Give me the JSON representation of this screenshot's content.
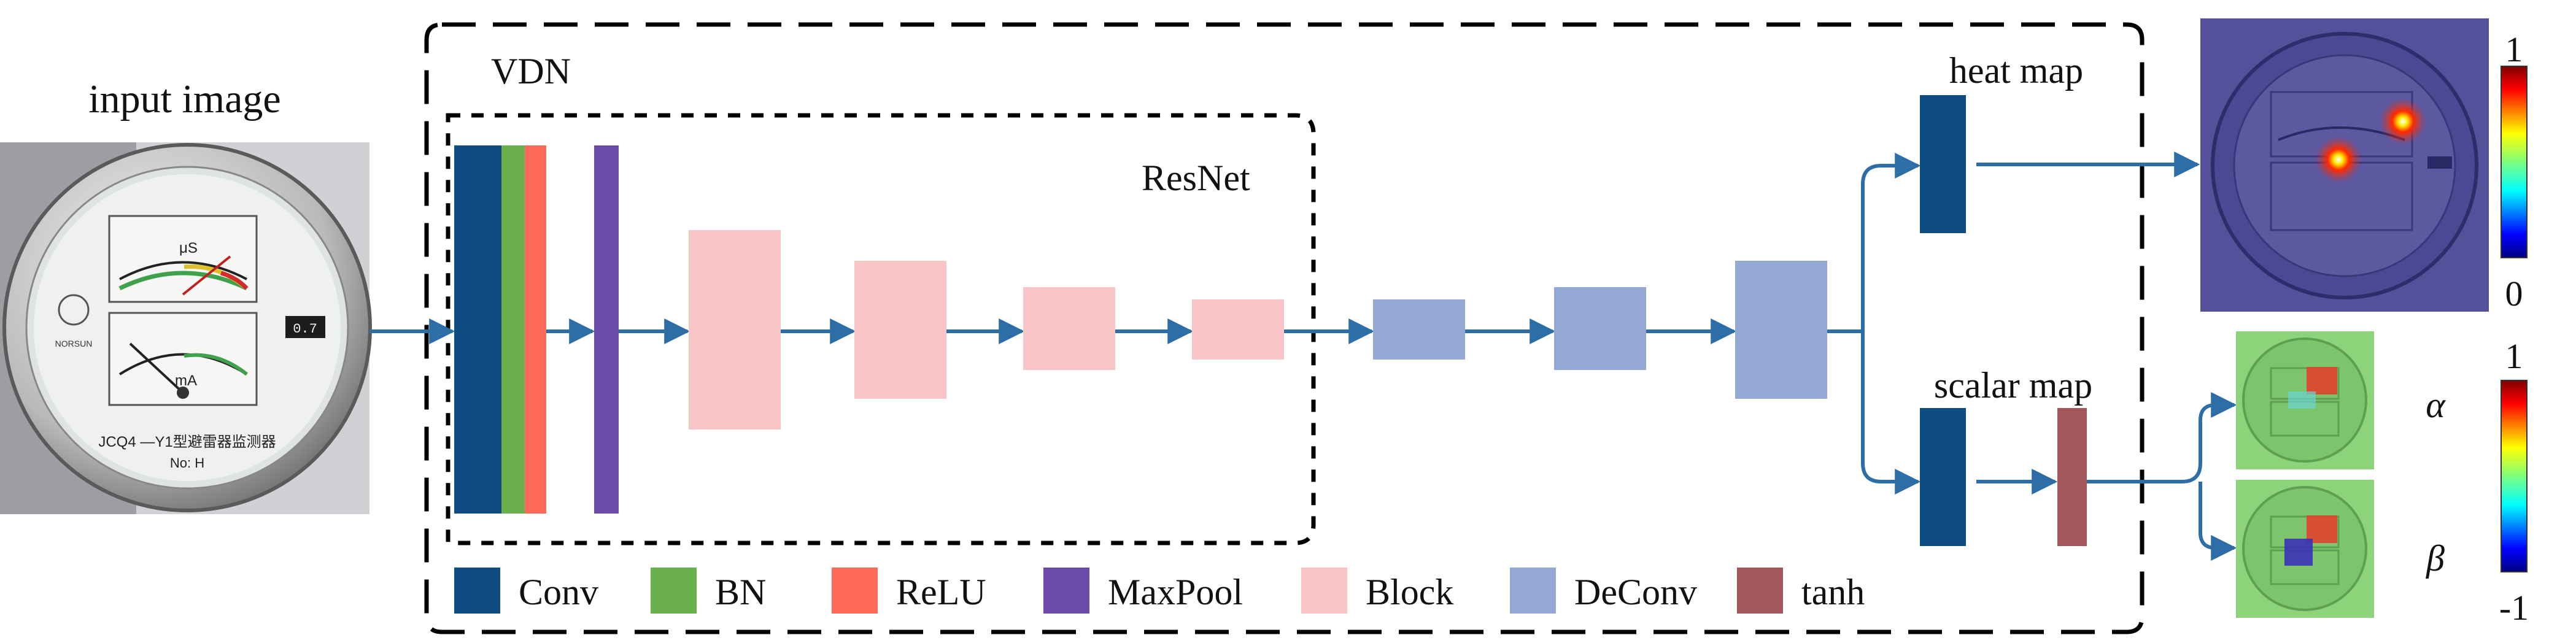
{
  "labels": {
    "input_image": "input image",
    "vdn": "VDN",
    "resnet": "ResNet",
    "heat_map": "heat map",
    "scalar_map": "scalar map",
    "alpha": "α",
    "beta": "β"
  },
  "colorbars": {
    "heat": {
      "top": "1",
      "bottom": "0"
    },
    "scalar": {
      "top": "1",
      "bottom": "-1"
    }
  },
  "gauge": {
    "unit_top": "μS",
    "unit_bottom": "mA",
    "model": "JCQ4 —Y1型避雷器监测器",
    "number": "No: H",
    "brand": "NORSUN",
    "display": "0.7"
  },
  "legend": [
    {
      "key": "conv",
      "label": "Conv",
      "color": "#0f4c81"
    },
    {
      "key": "bn",
      "label": "BN",
      "color": "#6ab04c"
    },
    {
      "key": "relu",
      "label": "ReLU",
      "color": "#ff6b5b"
    },
    {
      "key": "maxpool",
      "label": "MaxPool",
      "color": "#6c4aa8"
    },
    {
      "key": "block",
      "label": "Block",
      "color": "#f7c5c5"
    },
    {
      "key": "deconv",
      "label": "DeConv",
      "color": "#93a9d4"
    },
    {
      "key": "tanh",
      "label": "tanh",
      "color": "#a3575a"
    }
  ],
  "colors": {
    "arrow": "#2e6ea6",
    "frame": "#000000",
    "heat_bg": "#54509a",
    "scalar_bg": "#8dd37a"
  }
}
